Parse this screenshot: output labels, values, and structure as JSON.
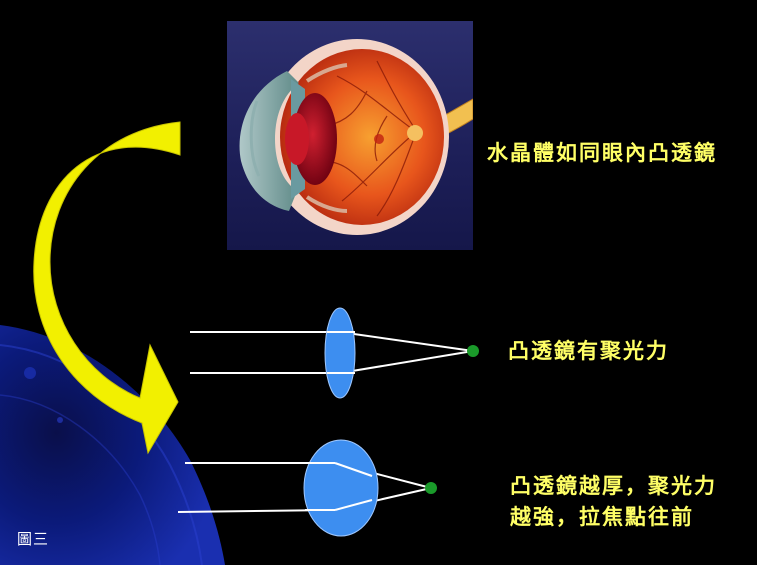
{
  "labels": {
    "lens_is_convex": "水晶體如同眼內凸透鏡",
    "convex_converges": "凸透鏡有聚光力",
    "thicker_line1": "凸透鏡越厚，聚光力",
    "thicker_line2": "越強，拉焦點往前"
  },
  "caption": "圖三",
  "colors": {
    "background": "#000000",
    "label_text": "#ffff66",
    "lens_fill": "#3d8ef0",
    "focal_point": "#1a9a2a",
    "arrow": "#f2f000",
    "ray": "#ffffff"
  },
  "icons": {
    "eye": "eye-cross-section-illustration",
    "arrow": "curved-arrow-down-right"
  }
}
